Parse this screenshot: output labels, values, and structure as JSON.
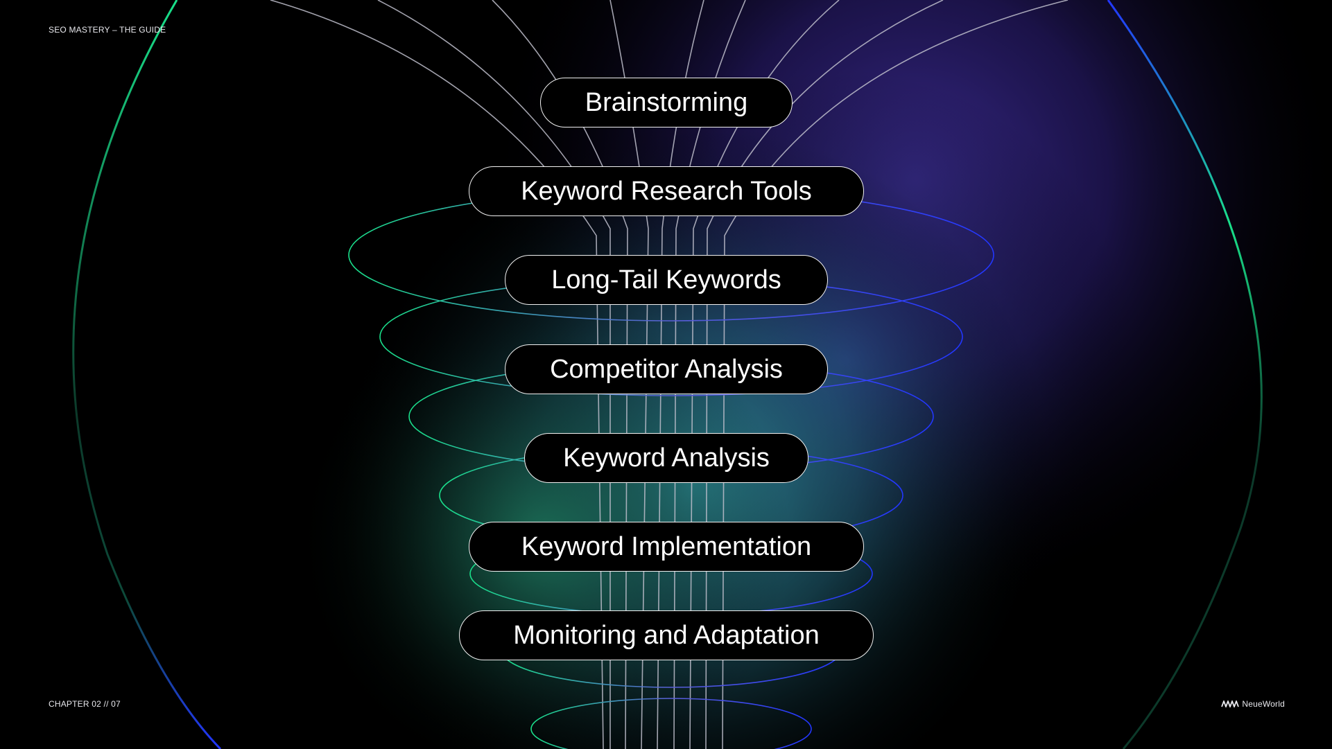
{
  "header": {
    "title": "SEO MASTERY – THE GUIDE"
  },
  "footer": {
    "chapter": "CHAPTER 02 // 07",
    "brand_name": "NeueWorld",
    "brand_icon": "zigzag-logo-icon"
  },
  "steps": [
    {
      "label": "Brainstorming"
    },
    {
      "label": "Keyword Research Tools"
    },
    {
      "label": "Long-Tail Keywords"
    },
    {
      "label": "Competitor Analysis"
    },
    {
      "label": "Keyword Analysis"
    },
    {
      "label": "Keyword Implementation"
    },
    {
      "label": "Monitoring and Adaptation"
    }
  ],
  "colors": {
    "background": "#000000",
    "glow_purple": "#3b2a8a",
    "glow_teal": "#2a8a8a",
    "ring_green": "#19e08a",
    "ring_blue": "#2d3bff",
    "pill_border": "#f2f2f2",
    "text": "#ffffff"
  }
}
